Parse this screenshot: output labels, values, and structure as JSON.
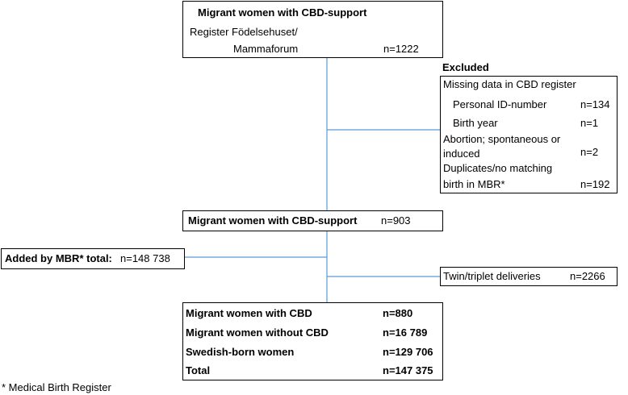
{
  "top": {
    "title": "Migrant women with CBD-support",
    "line1": "Register Födelsehuset/",
    "line2": "Mammaforum",
    "n": "n=1222"
  },
  "excluded": {
    "heading": "Excluded",
    "missing_heading": "Missing data in CBD register",
    "personal_label": "Personal ID-number",
    "personal_n": "n=134",
    "birthyear_label": "Birth year",
    "birthyear_n": "n=1",
    "abortion_line1": "Abortion; spontaneous or",
    "abortion_line2": "induced",
    "abortion_n": "n=2",
    "dup_line1": "Duplicates/no matching",
    "dup_line2": "birth in MBR*",
    "dup_n": "n=192"
  },
  "middle": {
    "title": "Migrant women with CBD-support",
    "n": "n=903"
  },
  "added": {
    "label": "Added by MBR* total:",
    "n": "n=148 738"
  },
  "twin": {
    "label": "Twin/triplet deliveries",
    "n": "n=2266"
  },
  "final": {
    "rows": [
      {
        "label": "Migrant women with CBD",
        "n": "n=880"
      },
      {
        "label": "Migrant women without CBD",
        "n": "n=16 789"
      },
      {
        "label": "Swedish-born women",
        "n": "n=129 706"
      },
      {
        "label": "Total",
        "n": "n=147 375"
      }
    ]
  },
  "footnote": "* Medical Birth Register",
  "colors": {
    "connector": "#5b9bd5",
    "border": "#000000"
  }
}
